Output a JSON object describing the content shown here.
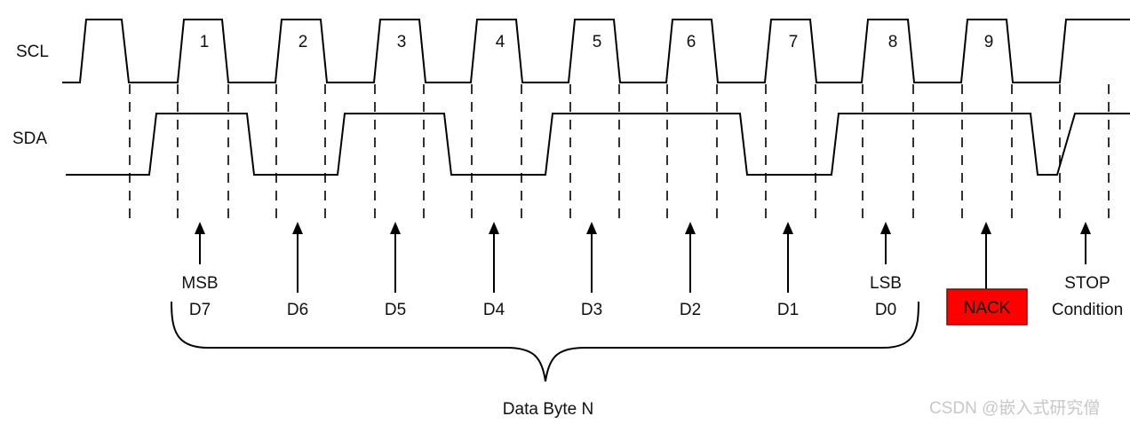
{
  "signals": {
    "scl": "SCL",
    "sda": "SDA"
  },
  "clock_numbers": [
    "1",
    "2",
    "3",
    "4",
    "5",
    "6",
    "7",
    "8",
    "9"
  ],
  "bit_labels": [
    {
      "top": "MSB",
      "bottom": "D7"
    },
    {
      "top": "",
      "bottom": "D6"
    },
    {
      "top": "",
      "bottom": "D5"
    },
    {
      "top": "",
      "bottom": "D4"
    },
    {
      "top": "",
      "bottom": "D3"
    },
    {
      "top": "",
      "bottom": "D2"
    },
    {
      "top": "",
      "bottom": "D1"
    },
    {
      "top": "LSB",
      "bottom": "D0"
    }
  ],
  "nack": {
    "label": "NACK",
    "color": "#ff0000",
    "text_color": "#ffffff"
  },
  "stop": {
    "line1": "STOP",
    "line2": "Condition"
  },
  "brace_label": "Data Byte N",
  "watermark": "CSDN @嵌入式研究僧",
  "colors": {
    "line": "#000000",
    "text": "#111111",
    "watermark": "#c8c8c8"
  }
}
